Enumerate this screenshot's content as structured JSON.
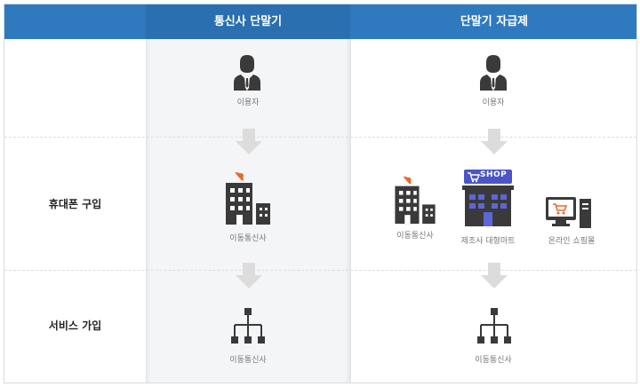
{
  "header": {
    "col_carrier": "통신사 단말기",
    "col_self": "단말기 자급제"
  },
  "rows": {
    "purchase": "휴대폰 구입",
    "signup": "서비스 가입"
  },
  "carrier": {
    "user": "이용자",
    "store": "이동통신사",
    "service": "이동통신사"
  },
  "self": {
    "user": "이용자",
    "store_carrier": "이동통신사",
    "store_maker": "제조사 대형마트",
    "store_online": "온라인 쇼핑몰",
    "shop_sign": "SHOP",
    "service": "이동통신사"
  },
  "colors": {
    "header_bg": "#2f79bf",
    "icon_dark": "#3a3a3a",
    "arrow": "#dcdcdc",
    "accent_orange": "#e8692a",
    "shop_blue": "#4b55c8"
  },
  "icons": [
    "person-icon",
    "building-icon",
    "shop-icon",
    "online-shop-icon",
    "org-chart-icon",
    "arrow-down-icon"
  ]
}
